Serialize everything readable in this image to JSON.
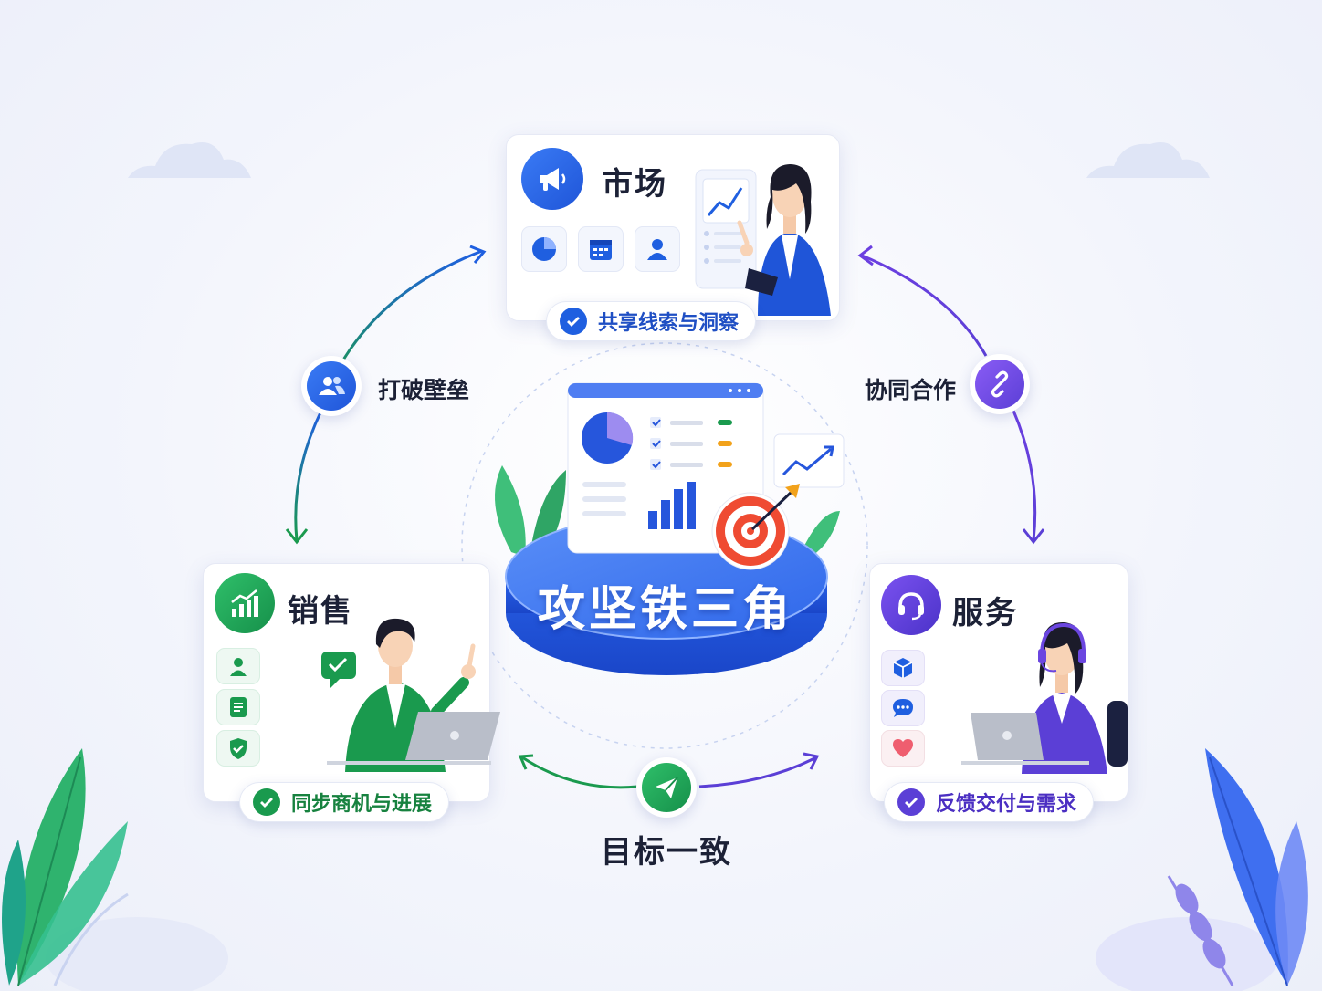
{
  "center": {
    "title": "攻坚铁三角"
  },
  "market": {
    "title": "市场",
    "badge": "共享线索与洞察",
    "accent": "#1f5fe0",
    "icons": [
      "megaphone-icon",
      "pie-chart-icon",
      "calendar-icon",
      "person-icon"
    ]
  },
  "sales": {
    "title": "销售",
    "badge": "同步商机与进展",
    "accent": "#1a9a4e",
    "icons": [
      "growth-chart-icon",
      "person-icon",
      "document-icon",
      "shield-check-icon"
    ]
  },
  "service": {
    "title": "服务",
    "badge": "反馈交付与需求",
    "accent": "#5b3fd6",
    "icons": [
      "headset-icon",
      "cube-icon",
      "chat-icon",
      "heart-icon"
    ]
  },
  "connectors": {
    "left": "打破壁垒",
    "right": "协同合作",
    "bottom": "目标一致"
  },
  "colors": {
    "blue": "#1f5fe0",
    "green": "#1a9a4e",
    "purple": "#5b3fd6"
  }
}
